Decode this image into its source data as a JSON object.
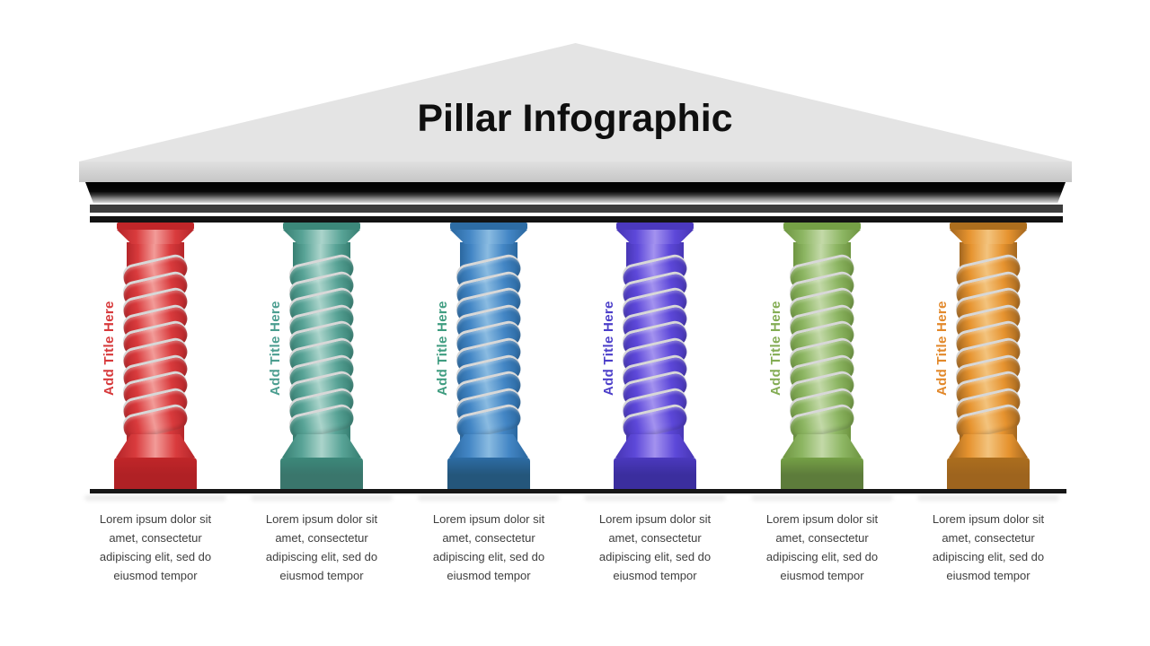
{
  "slide": {
    "title": "Pillar Infographic"
  },
  "colors": {
    "background": "#FFFFFF",
    "pediment": "#E4E4E4",
    "architrave_top": "#E0E0E0",
    "architrave_bottom": "#C6C6C6",
    "beam_dark": "#3D3D3D",
    "beam_black": "#121212",
    "baseline": "#161616",
    "coil_gap": "#D8D8D8",
    "title_text": "#0F0F0F",
    "description_text": "#3E3E3E"
  },
  "pillars": [
    {
      "label": "Add Title Here",
      "description": "Lorem ipsum dolor sit amet, consectetur adipiscing elit, sed do eiusmod tempor",
      "colors": {
        "label": "#D7393B",
        "main": "#D93B3D",
        "light": "#F29B98",
        "dark": "#B5262A",
        "cap": "#C02629",
        "plinth": "#B02125"
      }
    },
    {
      "label": "Add Title Here",
      "description": "Lorem ipsum dolor sit amet, consectetur adipiscing elit, sed do eiusmod tempor",
      "colors": {
        "label": "#4A9D8F",
        "main": "#58A396",
        "light": "#ABD4CB",
        "dark": "#377F72",
        "cap": "#3C887A",
        "plinth": "#3A766C"
      }
    },
    {
      "label": "Add Title Here",
      "description": "Lorem ipsum dolor sit amet, consectetur adipiscing elit, sed do eiusmod tempor",
      "colors": {
        "label": "#3F9C80",
        "main": "#4386C5",
        "light": "#8ABBE1",
        "dark": "#2A679F",
        "cap": "#2D6CA4",
        "plinth": "#24567B"
      }
    },
    {
      "label": "Add Title Here",
      "description": "Lorem ipsum dolor sit amet, consectetur adipiscing elit, sed do eiusmod tempor",
      "colors": {
        "label": "#4C3FC9",
        "main": "#5D48D9",
        "light": "#A392EF",
        "dark": "#4736B4",
        "cap": "#4B39BE",
        "plinth": "#3B2E9E"
      }
    },
    {
      "label": "Add Title Here",
      "description": "Lorem ipsum dolor sit amet, consectetur adipiscing elit, sed do eiusmod tempor",
      "colors": {
        "label": "#83AC53",
        "main": "#8DB663",
        "light": "#C3D9A8",
        "dark": "#6E9541",
        "cap": "#75A046",
        "plinth": "#5D7C3B"
      }
    },
    {
      "label": "Add Title Here",
      "description": "Lorem ipsum dolor sit amet, consectetur adipiscing elit, sed do eiusmod tempor",
      "colors": {
        "label": "#E2882A",
        "main": "#E6932F",
        "light": "#F3C37D",
        "dark": "#A2661F",
        "cap": "#AC6E1E",
        "plinth": "#9E641E"
      }
    }
  ]
}
